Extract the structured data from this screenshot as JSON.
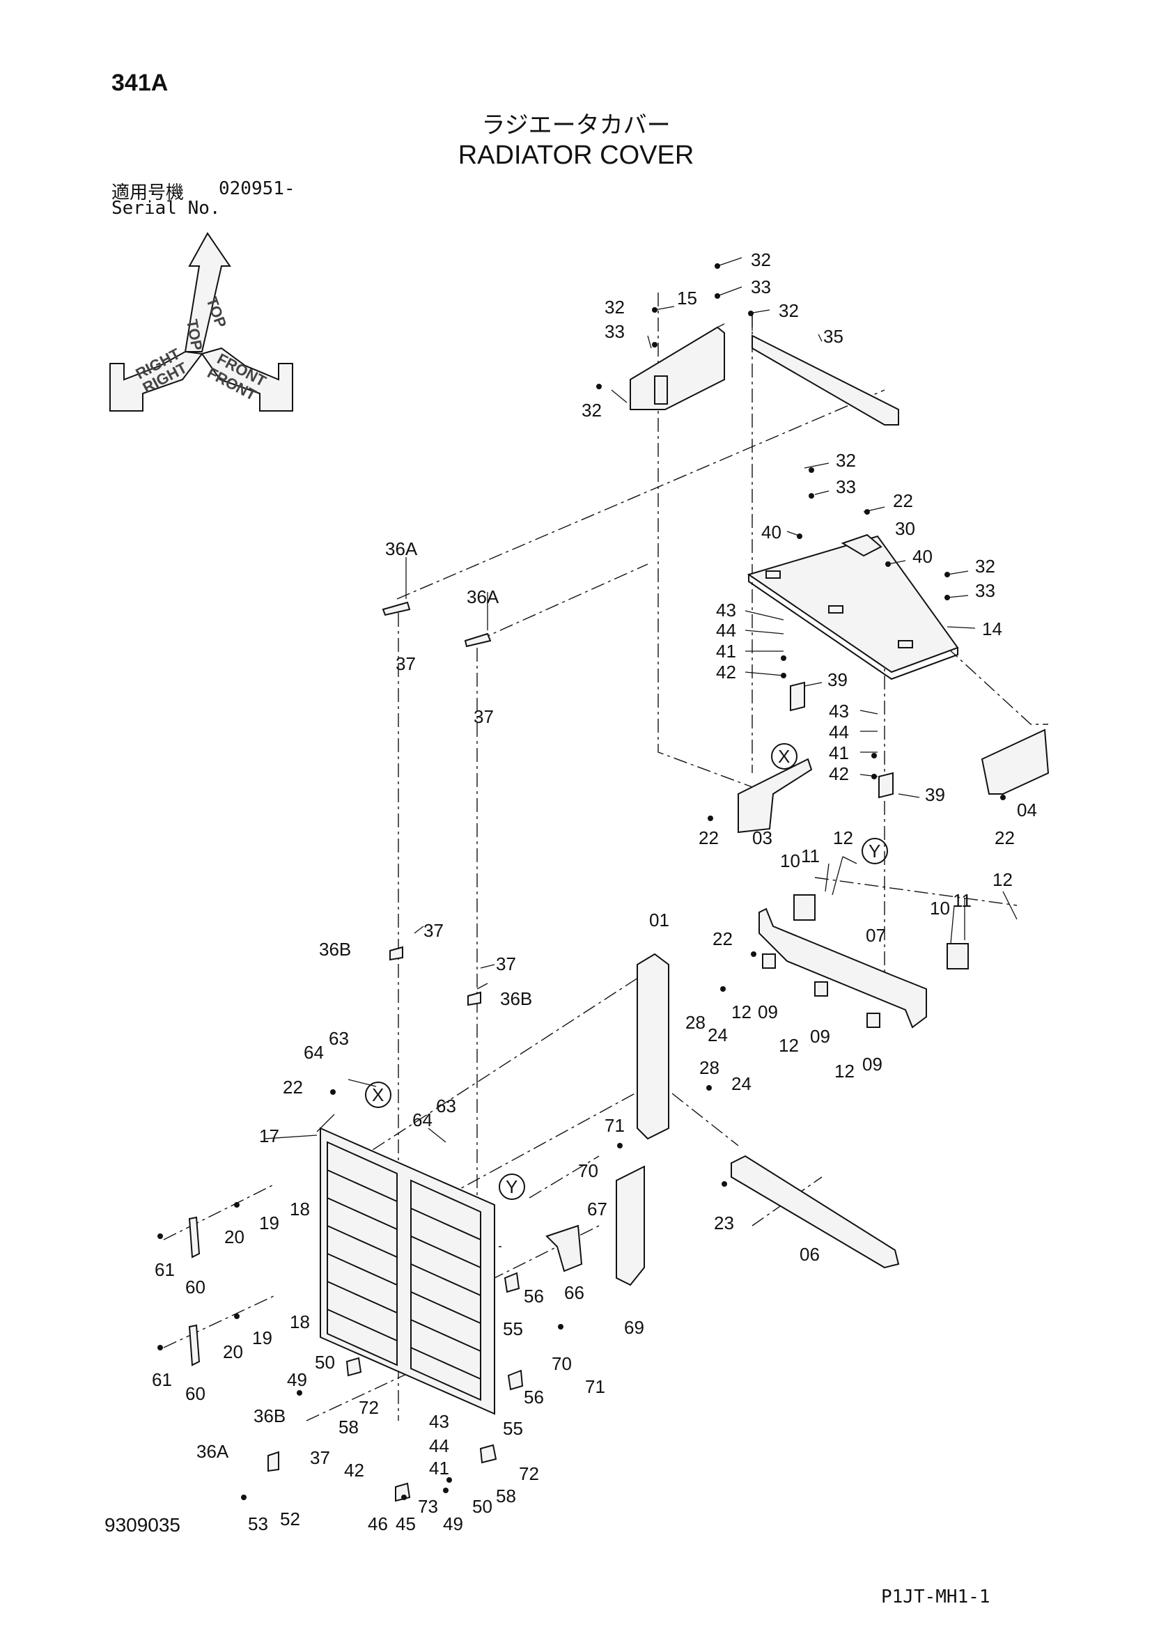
{
  "page": {
    "page_id": "341A",
    "title_jp": "ラジエータカバー",
    "title_en": "RADIATOR COVER",
    "serial_label_jp": "適用号機",
    "serial_range": "020951-",
    "serial_label_en": "Serial No.",
    "drawing_number": "9309035",
    "ref_code": "P1JT-MH1-1"
  },
  "compass": {
    "top": "TOP",
    "right": "RIGHT",
    "front": "FRONT"
  },
  "callouts": {
    "c32a": "32",
    "c33a": "33",
    "c32b": "32",
    "c15": "15",
    "c33b": "33",
    "c32c": "32",
    "c32d": "32",
    "c35": "35",
    "c32e": "32",
    "c33c": "33",
    "c22a": "22",
    "c30": "30",
    "c40a": "40",
    "c40b": "40",
    "c32f": "32",
    "c33d": "33",
    "c14": "14",
    "c43a": "43",
    "c44a": "44",
    "c41a": "41",
    "c42a": "42",
    "c39a": "39",
    "c43b": "43",
    "c44b": "44",
    "c41b": "41",
    "c42b": "42",
    "c39b": "39",
    "cX1": "X",
    "cY1": "Y",
    "c04": "04",
    "c22b": "22",
    "c22c": "22",
    "c03": "03",
    "c10a": "10",
    "c11a": "11",
    "c12a": "12",
    "c10b": "10",
    "c11b": "11",
    "c12b": "12",
    "c07": "07",
    "c22d": "22",
    "c09a": "09",
    "c12c": "12",
    "c09b": "09",
    "c12d": "12",
    "c09c": "09",
    "c12e": "12",
    "c36A1": "36A",
    "c37a": "37",
    "c36A2": "36A",
    "c37b": "37",
    "c36B1": "36B",
    "c37c": "37",
    "c37d": "37",
    "c36B2": "36B",
    "c01": "01",
    "c28a": "28",
    "c24a": "24",
    "c28b": "28",
    "c24b": "24",
    "c64a": "64",
    "c63a": "63",
    "c22e": "22",
    "cX2": "X",
    "c64b": "64",
    "c63b": "63",
    "c17": "17",
    "cY2": "Y",
    "c71a": "71",
    "c70a": "70",
    "c23": "23",
    "c06": "06",
    "c18a": "18",
    "c19a": "19",
    "c20a": "20",
    "c61a": "61",
    "c60a": "60",
    "c67": "67",
    "c66": "66",
    "c56a": "56",
    "c55a": "55",
    "c69": "69",
    "c18b": "18",
    "c19b": "19",
    "c20b": "20",
    "c61b": "61",
    "c60b": "60",
    "c70b": "70",
    "c71b": "71",
    "c49a": "49",
    "c50a": "50",
    "c72a": "72",
    "c58a": "58",
    "c36B3": "36B",
    "c56b": "56",
    "c55b": "55",
    "c43c": "43",
    "c44c": "44",
    "c41c": "41",
    "c42c": "42",
    "c36A3": "36A",
    "c37e": "37",
    "c72b": "72",
    "c58b": "58",
    "c53": "53",
    "c52": "52",
    "c46": "46",
    "c45": "45",
    "c73": "73",
    "c49b": "49",
    "c50b": "50"
  }
}
